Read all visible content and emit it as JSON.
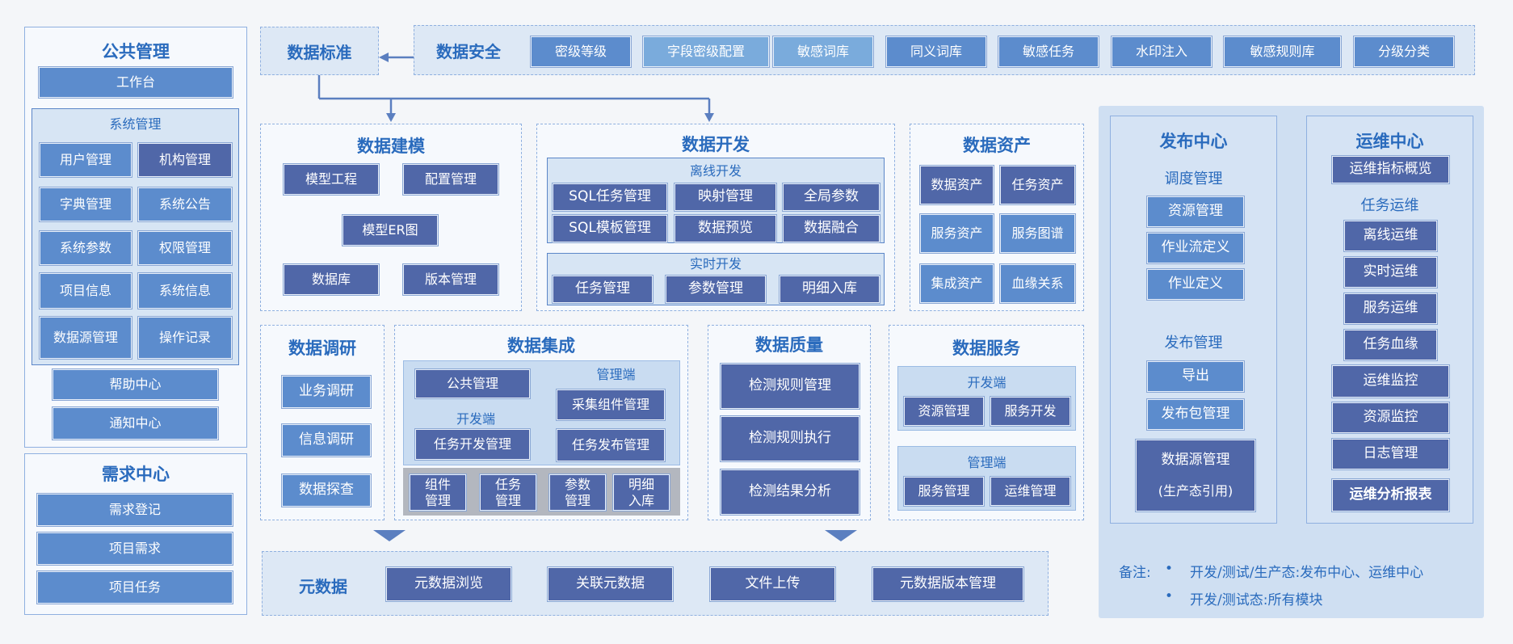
{
  "colors": {
    "title": "#2a6bbd",
    "dark": "#5067a8",
    "mid": "#5c8ccd",
    "light": "#7aabdc",
    "panel_border": "#8fb0e0",
    "panel_bg": "#f6f9fd",
    "inner_bg": "#c9dcf1",
    "gray": "#b3b7bf"
  },
  "public_mgmt": {
    "title": "公共管理",
    "workbench": "工作台",
    "system_mgmt": "系统管理",
    "items": [
      "用户管理",
      "机构管理",
      "字典管理",
      "系统公告",
      "系统参数",
      "权限管理",
      "项目信息",
      "系统信息",
      "数据源管理",
      "操作记录"
    ],
    "help": "帮助中心",
    "notice": "通知中心"
  },
  "demand_center": {
    "title": "需求中心",
    "items": [
      "需求登记",
      "项目需求",
      "项目任务"
    ]
  },
  "data_standard": {
    "title": "数据标准"
  },
  "data_security": {
    "title": "数据安全",
    "items": [
      "密级等级",
      "字段密级配置",
      "敏感词库",
      "同义词库",
      "敏感任务",
      "水印注入",
      "敏感规则库",
      "分级分类"
    ]
  },
  "data_modeling": {
    "title": "数据建模",
    "items": [
      "模型工程",
      "配置管理",
      "模型ER图",
      "数据库",
      "版本管理"
    ]
  },
  "data_dev": {
    "title": "数据开发",
    "offline_title": "离线开发",
    "offline_items": [
      "SQL任务管理",
      "映射管理",
      "全局参数",
      "SQL模板管理",
      "数据预览",
      "数据融合"
    ],
    "realtime_title": "实时开发",
    "realtime_items": [
      "任务管理",
      "参数管理",
      "明细入库"
    ]
  },
  "data_assets": {
    "title": "数据资产",
    "items": [
      "数据资产",
      "任务资产",
      "服务资产",
      "服务图谱",
      "集成资产",
      "血缘关系"
    ]
  },
  "data_research": {
    "title": "数据调研",
    "items": [
      "业务调研",
      "信息调研",
      "数据探查"
    ]
  },
  "data_integration": {
    "title": "数据集成",
    "public_mgmt": "公共管理",
    "admin_label": "管理端",
    "dev_label": "开发端",
    "collect_mgmt": "采集组件管理",
    "task_dev_mgmt": "任务开发管理",
    "task_publish_mgmt": "任务发布管理",
    "bottom_items": [
      [
        "组件",
        "管理"
      ],
      [
        "任务",
        "管理"
      ],
      [
        "参数",
        "管理"
      ],
      [
        "明细",
        "入库"
      ]
    ]
  },
  "data_quality": {
    "title": "数据质量",
    "items": [
      "检测规则管理",
      "检测规则执行",
      "检测结果分析"
    ]
  },
  "data_service": {
    "title": "数据服务",
    "dev_label": "开发端",
    "dev_items": [
      "资源管理",
      "服务开发"
    ],
    "admin_label": "管理端",
    "admin_items": [
      "服务管理",
      "运维管理"
    ]
  },
  "metadata": {
    "title": "元数据",
    "items": [
      "元数据浏览",
      "关联元数据",
      "文件上传",
      "元数据版本管理"
    ]
  },
  "publish_center": {
    "title": "发布中心",
    "schedule_title": "调度管理",
    "schedule_items": [
      "资源管理",
      "作业流定义",
      "作业定义"
    ],
    "publish_title": "发布管理",
    "publish_items": [
      "导出",
      "发布包管理"
    ],
    "datasource_mgmt": "数据源管理",
    "datasource_note": "(生产态引用)"
  },
  "ops_center": {
    "title": "运维中心",
    "overview": "运维指标概览",
    "task_ops_title": "任务运维",
    "task_ops_items": [
      "离线运维",
      "实时运维",
      "服务运维",
      "任务血缘"
    ],
    "items": [
      "运维监控",
      "资源监控",
      "日志管理",
      "运维分析报表"
    ]
  },
  "notes": {
    "label": "备注:",
    "bullet": "•",
    "line1": "开发/测试/生产态:发布中心、运维中心",
    "line2": "开发/测试态:所有模块"
  }
}
